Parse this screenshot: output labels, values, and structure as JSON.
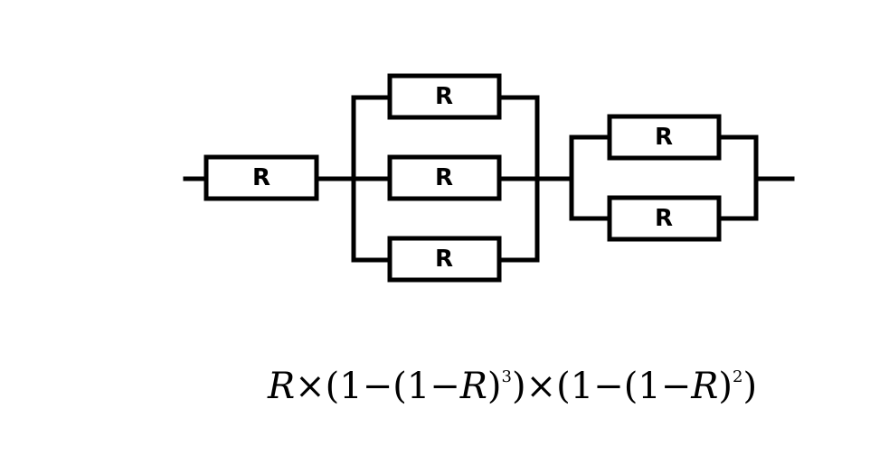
{
  "circuit": {
    "resistor_label": "R",
    "resistors": [
      {
        "id": "series"
      },
      {
        "id": "parallel3-top"
      },
      {
        "id": "parallel3-middle"
      },
      {
        "id": "parallel3-bottom"
      },
      {
        "id": "parallel2-top"
      },
      {
        "id": "parallel2-bottom"
      }
    ]
  },
  "formula": {
    "r": "R",
    "times": "×",
    "open": "(",
    "one": "1",
    "minus": "−",
    "close": ")",
    "exp3": "3",
    "exp2": "2"
  }
}
